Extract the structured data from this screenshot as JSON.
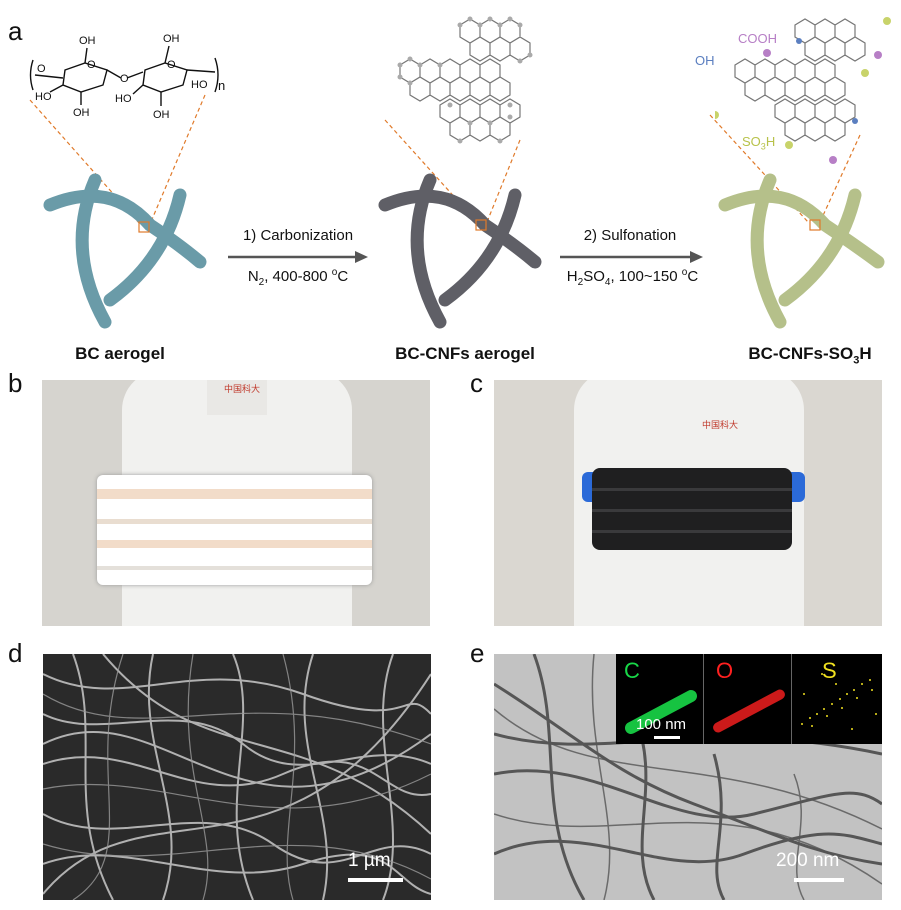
{
  "panels": {
    "a": "a",
    "b": "b",
    "c": "c",
    "d": "d",
    "e": "e"
  },
  "scheme": {
    "cellulose_n": "n",
    "labels": {
      "bc_aerogel": "BC aerogel",
      "bc_cnfs_aerogel": "BC-CNFs aerogel",
      "bc_cnfs_so3h_prefix": "BC-CNFs-SO",
      "bc_cnfs_so3h_sub": "3",
      "bc_cnfs_so3h_suffix": "H"
    },
    "step1": {
      "title": "1) Carbonization",
      "cond_prefix": "N",
      "cond_sub": "2",
      "cond_suffix": ", 400-800 ",
      "cond_unit_sup": "o",
      "cond_unit": "C"
    },
    "step2": {
      "title": "2) Sulfonation",
      "cond_prefix": "H",
      "cond_sub": "2",
      "cond_mid": "SO",
      "cond_sub2": "4",
      "cond_suffix": ", 100~150 ",
      "cond_unit_sup": "o",
      "cond_unit": "C"
    },
    "groups": {
      "oh": "OH",
      "cooh": "COOH",
      "so3h_prefix": "SO",
      "so3h_sub": "3",
      "so3h_suffix": "H"
    },
    "fiber_colors": {
      "bc": "#6a9ba8",
      "cnf": "#5f5f66",
      "so3h": "#b5c08a"
    }
  },
  "micrographs": {
    "sem_scale": "1 µm",
    "tem_scale": "200 nm",
    "map_scale": "100 nm",
    "maps": [
      {
        "element": "C",
        "color": "#18d848"
      },
      {
        "element": "O",
        "color": "#ff2020"
      },
      {
        "element": "S",
        "color": "#f0e020"
      }
    ]
  },
  "photo_stamp": "中国科大"
}
